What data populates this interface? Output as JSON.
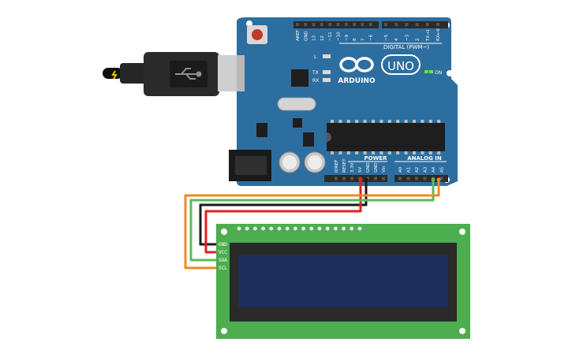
{
  "arduino": {
    "logo_text": "ARDUINO",
    "model_text": "UNO",
    "digital_header_label": "DIGITAL (PWM~)",
    "digital_pins": [
      "AREF",
      "GND",
      "13",
      "12",
      "~11",
      "~10",
      "~9",
      "8",
      "7",
      "~6",
      "~5",
      "4",
      "~3",
      "2",
      "TX→1",
      "RX←0"
    ],
    "led_labels": [
      "L",
      "TX",
      "RX"
    ],
    "on_label": "ON",
    "power_header_label": "POWER",
    "power_pins": [
      "IOREF",
      "RESET",
      "3.3V",
      "5V",
      "GND",
      "GND",
      "Vin"
    ],
    "analog_header_label": "ANALOG IN",
    "analog_pins": [
      "A0",
      "A1",
      "A2",
      "A3",
      "A4",
      "A5"
    ],
    "board_color": "#2d6ea0",
    "header_color": "#2b2b2b"
  },
  "lcd": {
    "pin_labels": [
      "GND",
      "VCC",
      "SDA",
      "SCL"
    ],
    "pcb_color": "#4cae4f",
    "screen_color": "#1f2d5a"
  },
  "wires": [
    {
      "from": "Arduino GND",
      "to": "LCD GND",
      "color": "#1a1a1a"
    },
    {
      "from": "Arduino 5V",
      "to": "LCD VCC",
      "color": "#e02020"
    },
    {
      "from": "Arduino A4",
      "to": "LCD SDA",
      "color": "#5cb85c"
    },
    {
      "from": "Arduino A5",
      "to": "LCD SCL",
      "color": "#ef8a1f"
    }
  ]
}
